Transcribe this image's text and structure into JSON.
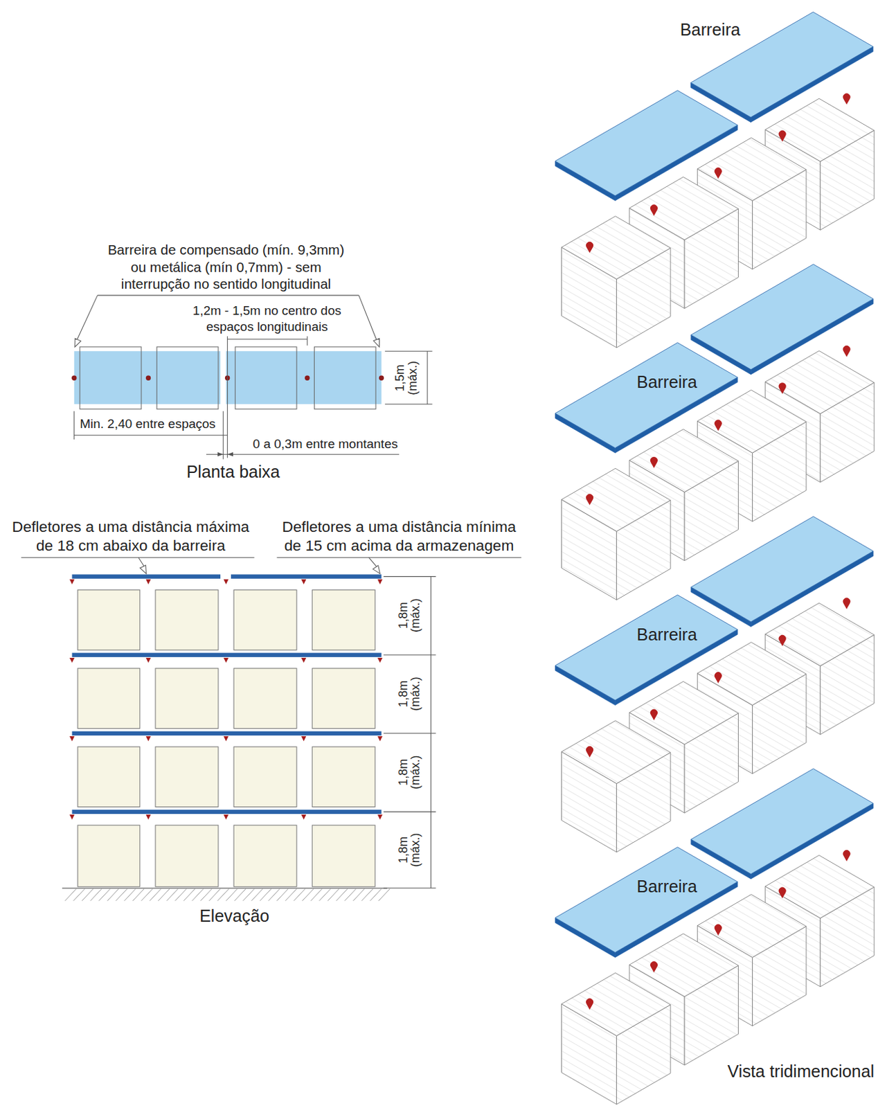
{
  "diagram": {
    "nodes": [
      {
        "text": [
          "Barreira"
        ]
      },
      {
        "text": [
          "Barreira"
        ]
      },
      {
        "text": [
          "Barreira"
        ]
      },
      {
        "text": [
          "Barreira"
        ]
      }
    ],
    "labels": [
      "Barreira de compensado (mín. 9,3mm) ou metálica (mín 0,7mm) - sem interrupção no sentido longitudinal",
      "1,2m - 1,5m no centro dos espaços longitudinais",
      "1,5m (máx.)",
      "Min. 2,40 entre espaços",
      "0 a 0,3m entre montantes",
      "Planta baixa",
      "Defletores a uma distância máxima de 18 cm abaixo da barreira",
      "Defletores a uma distância mínima de 15 cm acima da armazenagem",
      "1,8m (máx.)",
      "1,8m (máx.)",
      "1,8m (máx.)",
      "1,8m (máx.)",
      "Elevação",
      "Vista tridimencional"
    ]
  }
}
